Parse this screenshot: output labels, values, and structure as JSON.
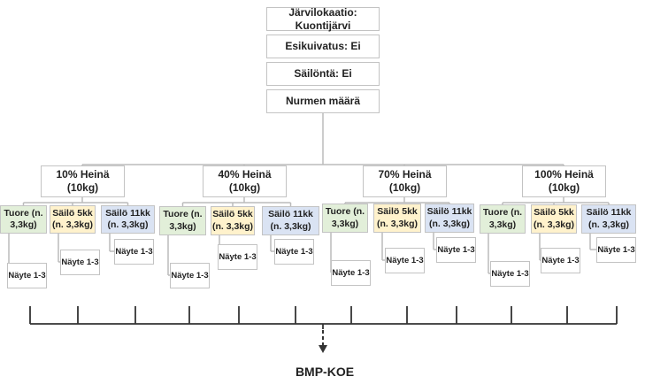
{
  "top_boxes": [
    "Järvilokaatio: Kuontijärvi",
    "Esikuivatus:  Ei",
    "Säilöntä:  Ei",
    "Nurmen määrä"
  ],
  "groups": [
    {
      "label": "10% Heinä (10kg)",
      "subs": [
        "Tuore (n. 3,3kg)",
        "Säilö 5kk (n. 3,3kg)",
        "Säilö 11kk (n. 3,3kg)"
      ]
    },
    {
      "label": "40% Heinä (10kg)",
      "subs": [
        "Tuore (n. 3,3kg)",
        "Säilö 5kk (n. 3,3kg)",
        "Säilö 11kk (n. 3,3kg)"
      ]
    },
    {
      "label": "70% Heinä (10kg)",
      "subs": [
        "Tuore (n. 3,3kg)",
        "Säilö 5kk (n. 3,3kg)",
        "Säilö 11kk (n. 3,3kg)"
      ]
    },
    {
      "label": "100% Heinä (10kg)",
      "subs": [
        "Tuore (n. 3,3kg)",
        "Säilö 5kk (n. 3,3kg)",
        "Säilö 11kk (n. 3,3kg)"
      ]
    }
  ],
  "sample_label": "Näyte 1-3",
  "result_label": "BMP-KOE",
  "colors": {
    "tuore": "#e2efd9",
    "sailo5": "#fff2cc",
    "sailo11": "#dae3f3",
    "border": "#c3c3c3",
    "line": "#bbbbbb",
    "brace": "#333333"
  }
}
